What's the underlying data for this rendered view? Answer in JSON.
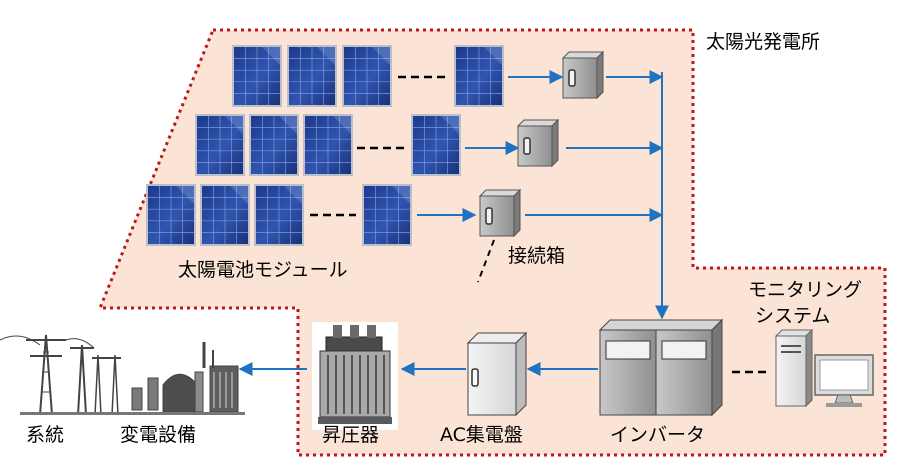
{
  "labels": {
    "plant": "太陽光発電所",
    "modules": "太陽電池モジュール",
    "junction_box": "接続箱",
    "monitoring_line1": "モニタリング",
    "monitoring_line2": "システム",
    "inverter": "インバータ",
    "ac_panel": "AC集電盤",
    "transformer": "昇圧器",
    "grid": "系統",
    "substation": "変電設備"
  },
  "colors": {
    "boundary": "#c0151b",
    "plant_fill": "#fbe4d5",
    "flow_arrow": "#1f73c0",
    "panel_blue": "#1d3a8c",
    "panel_frame": "#b9c0cc",
    "equipment_gray": "#a9a9a9"
  },
  "icons": {
    "solar_panel": "solar-panel-icon",
    "junction_box": "junction-box-icon",
    "inverter": "inverter-cabinet-icon",
    "ac_panel": "ac-panel-cabinet-icon",
    "transformer": "transformer-icon",
    "monitoring": "computer-icon",
    "grid": "power-tower-icon",
    "substation": "substation-icon"
  }
}
